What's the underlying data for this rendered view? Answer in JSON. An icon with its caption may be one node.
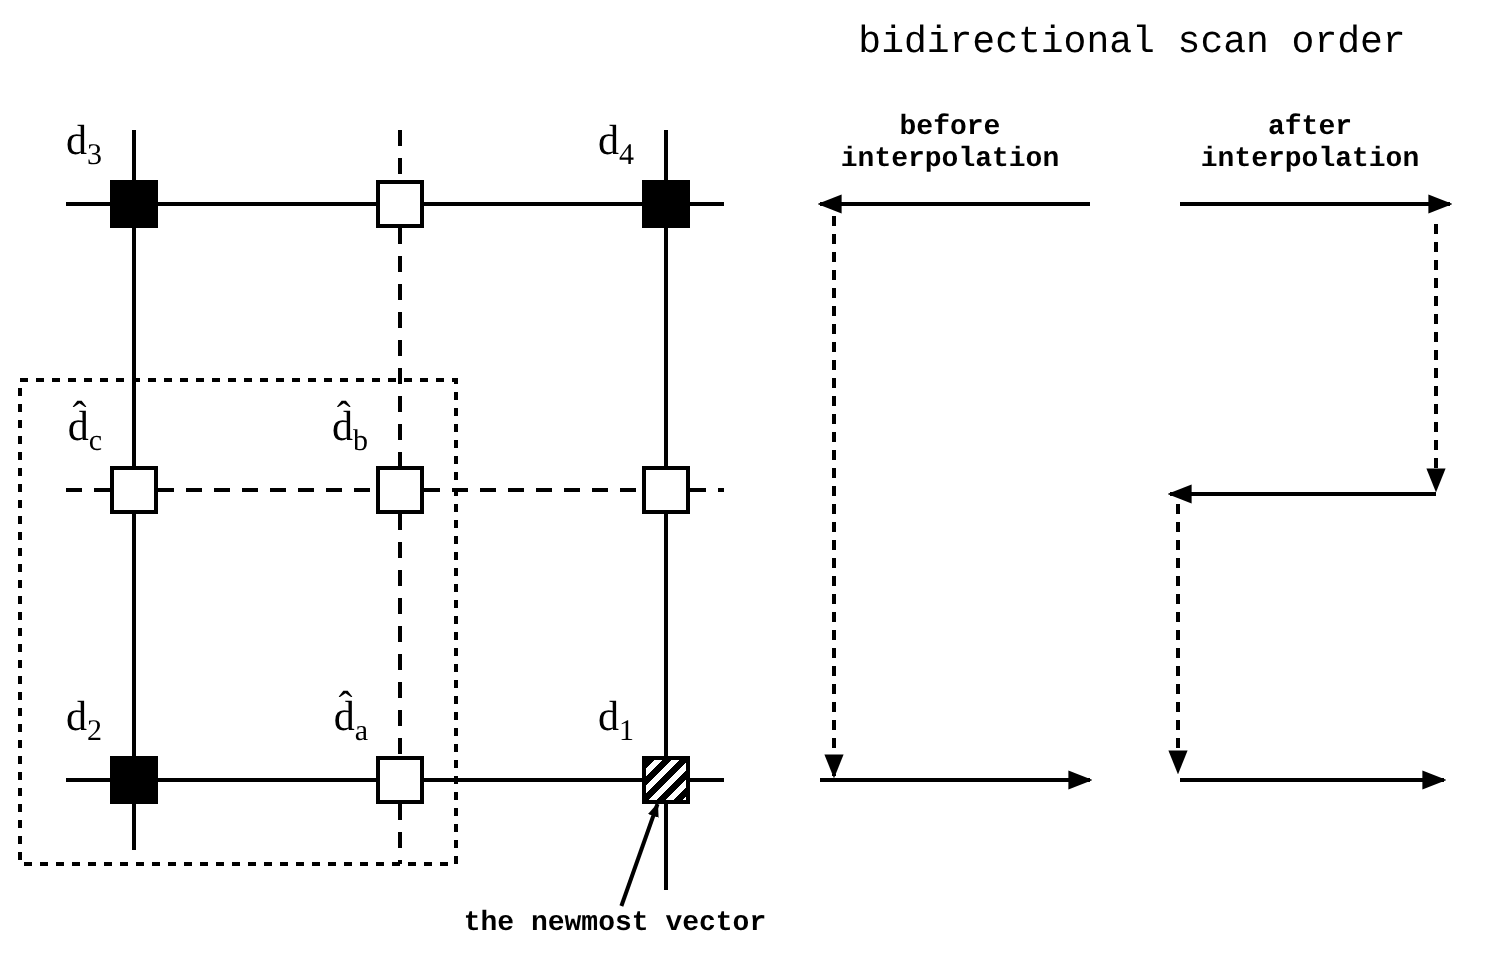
{
  "diagram": {
    "nodes": [
      {
        "text": [],
        "shape": "box",
        "beside": [
          "d$_{3}$"
        ]
      },
      {
        "text": [],
        "shape": "box"
      },
      {
        "text": [],
        "shape": "box",
        "beside": [
          "d$_{4}$"
        ]
      },
      {
        "text": [],
        "shape": "box",
        "beside": [
          "d̂$_{c}$"
        ]
      },
      {
        "text": [],
        "shape": "box",
        "beside": [
          "d̂$_{b}$"
        ]
      },
      {
        "text": [],
        "shape": "box"
      },
      {
        "text": [],
        "shape": "box",
        "beside": [
          "d$_{2}$"
        ]
      },
      {
        "text": [],
        "shape": "box",
        "beside": [
          "d̂$_{a}$"
        ]
      },
      {
        "text": [],
        "shape": "box",
        "beside": [
          "d$_{1}$"
        ]
      },
      {
        "text": [
          "the newmost vector"
        ]
      }
    ],
    "edges": [
      {
        "from": 0,
        "to": 1,
        "arrow": "none"
      },
      {
        "from": 1,
        "to": 2,
        "arrow": "none"
      },
      {
        "from": 0,
        "to": 3,
        "arrow": "none"
      },
      {
        "from": 3,
        "to": 6,
        "arrow": "none"
      },
      {
        "from": 2,
        "to": 5,
        "arrow": "none"
      },
      {
        "from": 5,
        "to": 8,
        "arrow": "none"
      },
      {
        "from": 6,
        "to": 7,
        "arrow": "none"
      },
      {
        "from": 7,
        "to": 8,
        "arrow": "none"
      },
      {
        "from": 1,
        "to": 4,
        "arrow": "none",
        "style": "dashed"
      },
      {
        "from": 4,
        "to": 7,
        "arrow": "none",
        "style": "dashed"
      },
      {
        "from": 3,
        "to": 4,
        "arrow": "none",
        "style": "dashed"
      },
      {
        "from": 4,
        "to": 5,
        "arrow": "none",
        "style": "dashed"
      },
      {
        "from": 9,
        "to": 8,
        "arrow": "to"
      }
    ],
    "labels": [
      "bidirectional scan order",
      "before interpolation",
      "after interpolation"
    ]
  }
}
